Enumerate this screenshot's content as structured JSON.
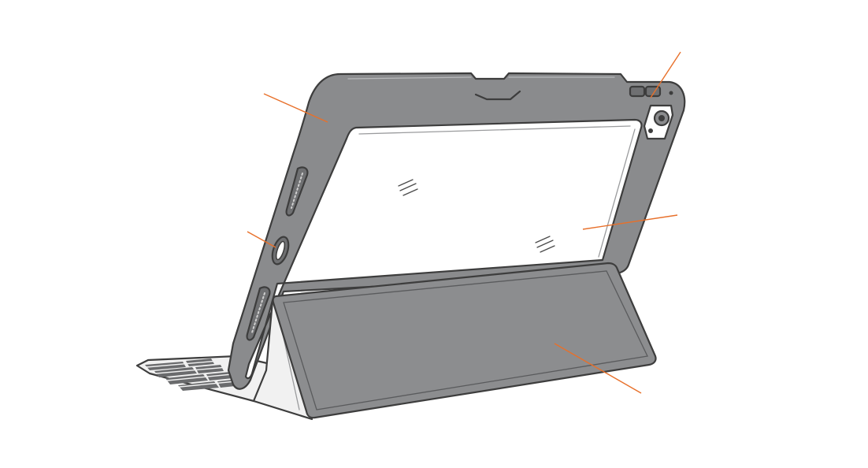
{
  "colors": {
    "case_gray": "#8a8b8d",
    "case_dark": "#6f7072",
    "outline": "#3d3d3d",
    "clear_back": "#ffffff",
    "keyboard_keys": "#6a6b6d",
    "keyboard_base": "#f1f1f1",
    "cover_flap": "#8c8d8f",
    "callout_line": "#e8702a",
    "background": "#ffffff"
  },
  "callouts": [
    {
      "name": "callout-bumper-corner"
    },
    {
      "name": "callout-pencil-holder"
    },
    {
      "name": "callout-side-port"
    },
    {
      "name": "callout-clear-back"
    },
    {
      "name": "callout-folding-cover"
    }
  ]
}
